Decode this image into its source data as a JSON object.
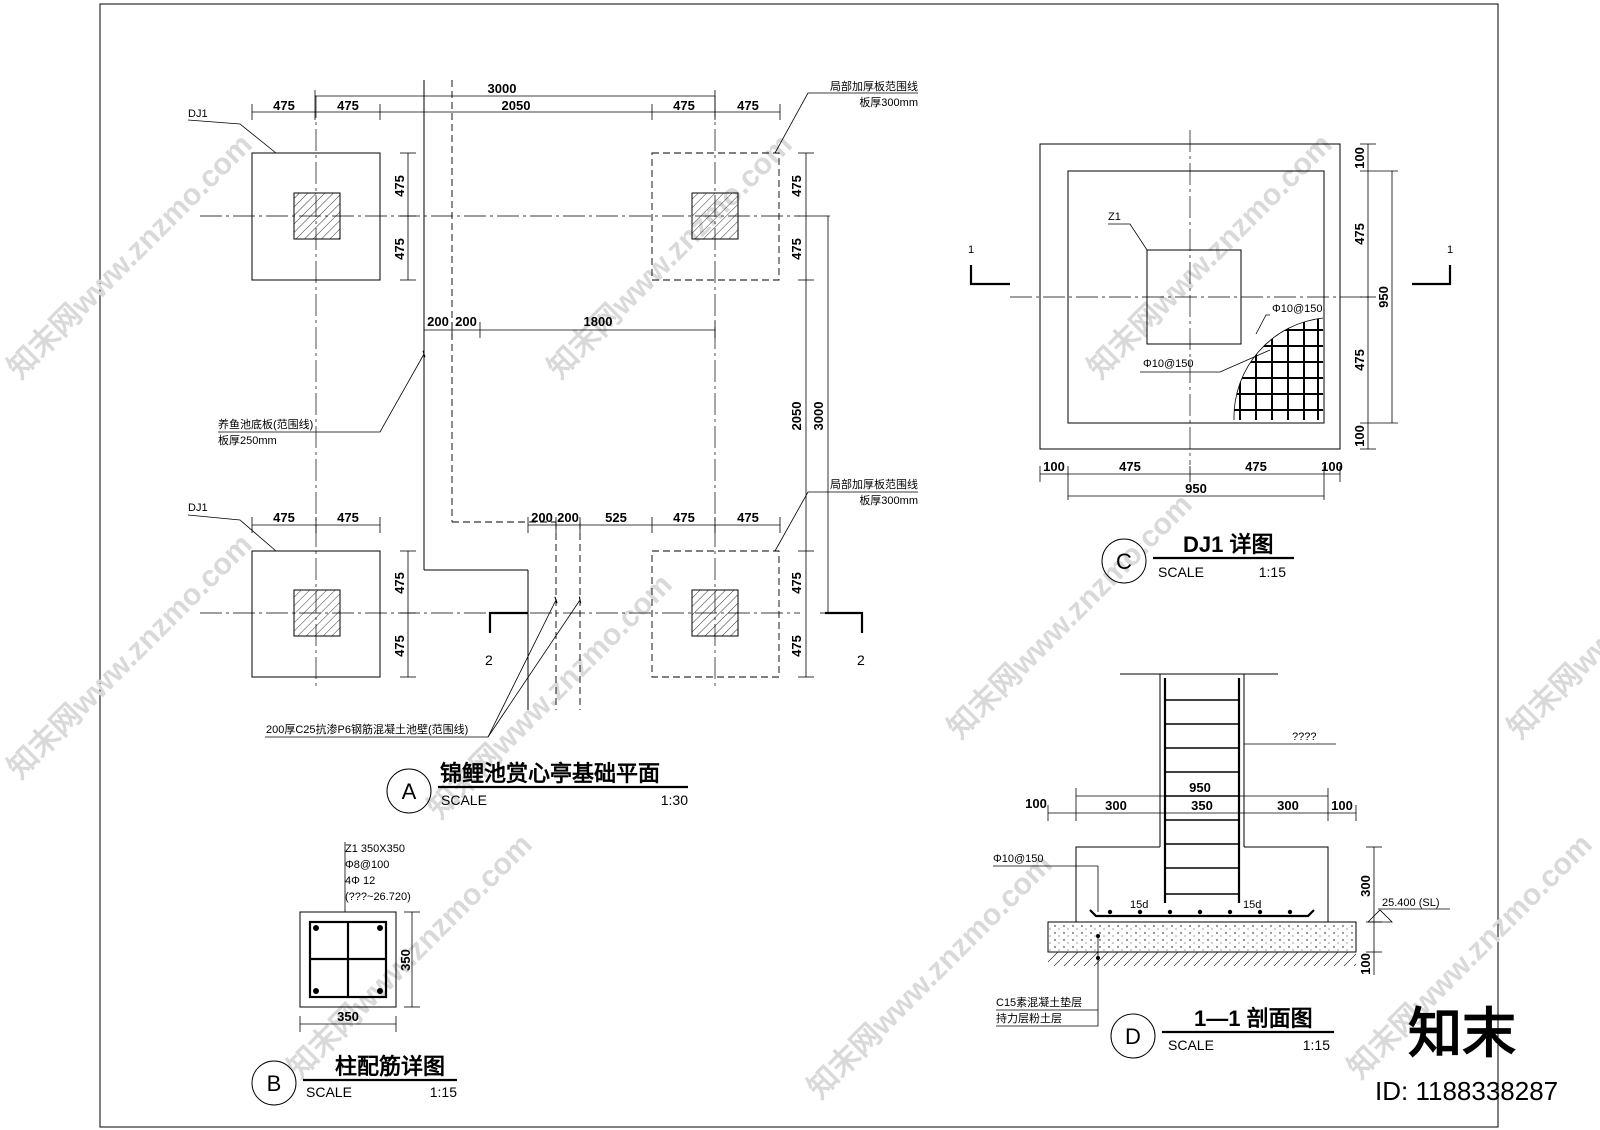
{
  "drawing_a": {
    "title": "锦鲤池赏心亭基础平面",
    "badge": "A",
    "scale_label": "SCALE",
    "scale_value": "1:30",
    "tag_dj1_top": "DJ1",
    "tag_dj1_bottom": "DJ1",
    "note_pool_slab_1": "养鱼池底板(范围线)",
    "note_pool_slab_2": "板厚250mm",
    "note_thick_slab_top_1": "局部加厚板范围线",
    "note_thick_slab_top_2": "板厚300mm",
    "note_thick_slab_bottom_1": "局部加厚板范围线",
    "note_thick_slab_bottom_2": "板厚300mm",
    "note_wall": "200厚C25抗渗P6钢筋混凝土池壁(范围线)",
    "section_mark_left": "2",
    "section_mark_right": "2",
    "dims": {
      "overall_top": "3000",
      "top_a": "475",
      "top_b": "475",
      "top_mid": "2050",
      "top_c": "475",
      "top_d": "475",
      "left_top_1": "475",
      "left_top_2": "475",
      "right_top_1": "475",
      "right_top_2": "475",
      "mid_a": "200",
      "mid_b": "200",
      "mid_c": "1800",
      "vertical_inner": "2050",
      "vertical_outer": "3000",
      "bot_left_1": "475",
      "bot_left_2": "475",
      "bot_a": "200",
      "bot_b": "200",
      "bot_c": "525",
      "bot_d": "475",
      "bot_e": "475",
      "left_bot_1": "475",
      "left_bot_2": "475",
      "right_bot_1": "475",
      "right_bot_2": "475"
    }
  },
  "drawing_b": {
    "title": "柱配筋详图",
    "badge": "B",
    "scale_label": "SCALE",
    "scale_value": "1:15",
    "spec_1": "Z1  350X350",
    "spec_2": "Φ8@100",
    "spec_3": "4Φ  12",
    "spec_4": "(???~26.720)",
    "dim_w": "350",
    "dim_h": "350"
  },
  "drawing_c": {
    "title": "DJ1 详图",
    "badge": "C",
    "scale_label": "SCALE",
    "scale_value": "1:15",
    "tag_z1": "Z1",
    "rebar_1": "Φ10@150",
    "rebar_2": "Φ10@150",
    "cut_left": "1",
    "cut_right": "1",
    "dims": {
      "r_top": "100",
      "r_a": "475",
      "r_total": "950",
      "r_b": "475",
      "r_bot": "100",
      "b_left": "100",
      "b_a": "475",
      "b_b": "475",
      "b_right": "100",
      "b_total": "950"
    }
  },
  "drawing_d": {
    "title": "1—1 剖面图",
    "badge": "D",
    "scale_label": "SCALE",
    "scale_value": "1:15",
    "note_unknown": "????",
    "rebar": "Φ10@150",
    "lap_left": "15d",
    "lap_right": "15d",
    "elevation": "25.400 (SL)",
    "layer_1": "C15素混凝土垫层",
    "layer_2": "持力层粉土层",
    "dims": {
      "total": "950",
      "edge_left": "100",
      "left": "300",
      "col": "350",
      "right": "300",
      "edge_right": "100",
      "height": "300",
      "base": "100"
    }
  },
  "watermark": {
    "site": "知末网www.znzmo.com",
    "brand": "知末",
    "id": "ID: 1188338287"
  }
}
